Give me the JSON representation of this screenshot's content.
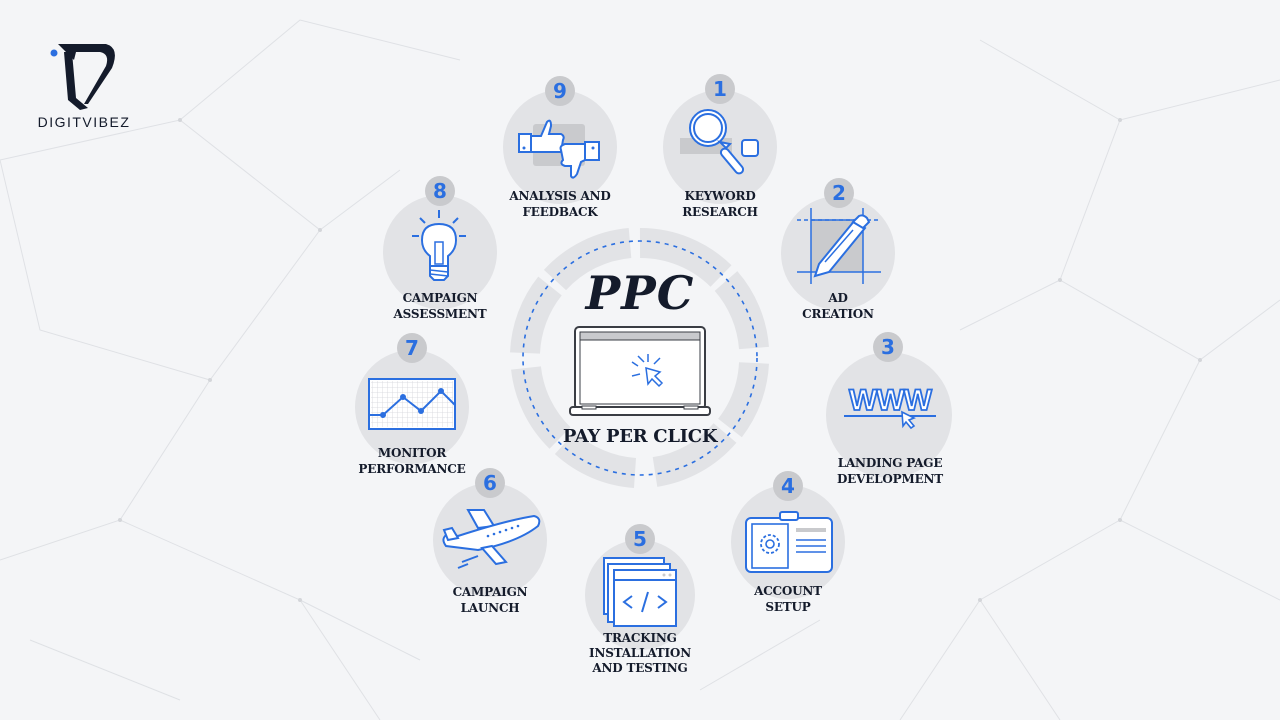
{
  "brand": {
    "name": "DIGITVIBEZ",
    "logo_icon": "dv-monogram-icon",
    "accent_color": "#2b6fe0"
  },
  "center": {
    "title": "PPC",
    "subtitle": "PAY PER CLICK",
    "icon": "laptop-click-icon"
  },
  "colors": {
    "accent": "#2b6fe0",
    "text": "#141b2b",
    "circle": "#e2e3e6",
    "badge": "#c9cacd",
    "background": "#f4f5f7"
  },
  "steps": [
    {
      "number": "1",
      "label_lines": [
        "KEYWORD",
        "RESEARCH"
      ],
      "icon": "magnifier-icon"
    },
    {
      "number": "2",
      "label_lines": [
        "AD",
        "CREATION"
      ],
      "icon": "pencil-icon"
    },
    {
      "number": "3",
      "label_lines": [
        "LANDING PAGE",
        "DEVELOPMENT"
      ],
      "icon": "www-cursor-icon"
    },
    {
      "number": "4",
      "label_lines": [
        "ACCOUNT",
        "SETUP"
      ],
      "icon": "id-card-gear-icon"
    },
    {
      "number": "5",
      "label_lines": [
        "TRACKING",
        "INSTALLATION",
        "AND TESTING"
      ],
      "icon": "code-window-icon"
    },
    {
      "number": "6",
      "label_lines": [
        "CAMPAIGN",
        "LAUNCH"
      ],
      "icon": "airplane-icon"
    },
    {
      "number": "7",
      "label_lines": [
        "MONITOR",
        "PERFORMANCE"
      ],
      "icon": "line-chart-icon"
    },
    {
      "number": "8",
      "label_lines": [
        "CAMPAIGN",
        "ASSESSMENT"
      ],
      "icon": "lightbulb-icon"
    },
    {
      "number": "9",
      "label_lines": [
        "ANALYSIS AND",
        "FEEDBACK"
      ],
      "icon": "thumbs-up-down-icon"
    }
  ]
}
